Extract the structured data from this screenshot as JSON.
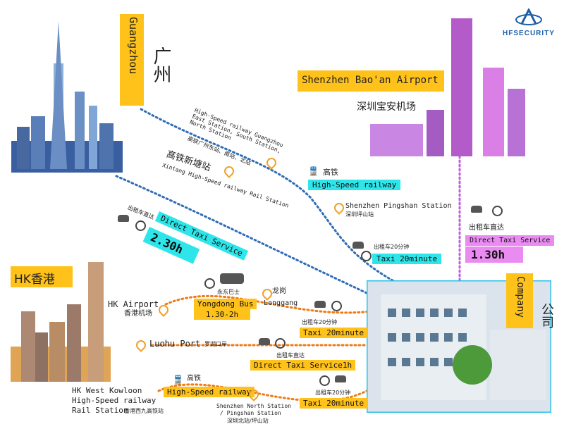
{
  "brand": {
    "name": "HFSECURITY"
  },
  "colors": {
    "cyan": "#2ee6ea",
    "pink": "#e98bf0",
    "yellow": "#ffc21a",
    "blue_dots": "#2f6db5",
    "orange_dots": "#f07a12",
    "purple_dots": "#c15be0"
  },
  "guangzhou": {
    "name_en": "Guangzhou",
    "name_cn": "广州"
  },
  "shenzhen_airport": {
    "name_en": "Shenzhen Bao'an Airport",
    "name_cn": "深圳宝安机场"
  },
  "hk": {
    "name": "HK香港"
  },
  "company": {
    "name_en": "Company",
    "name_cn": "公司"
  },
  "gz_route": {
    "hsr_station_en": "High-Speed railway Guangzhou East Station, South Station, North Station",
    "hsr_station_cn": "高铁广州东站、南站、北站",
    "xintang_cn": "高铁新塘站",
    "xintang_en": "Xintang High-Speed railway Rail Station",
    "hsr_cn": "高铁",
    "hsr_tag": "High-Speed railway",
    "pingshan_en": "Shenzhen Pingshan Station",
    "pingshan_cn": "深圳坪山站",
    "taxi_cn": "出租车20分钟",
    "taxi_tag": "Taxi 20minute",
    "direct_cn": "出租车直达",
    "direct_tag": "Direct Taxi Service",
    "direct_time": "2.30h"
  },
  "airport_route": {
    "direct_cn": "出租车直达",
    "direct_tag": "Direct Taxi Service",
    "time": "1.30h"
  },
  "hk_airport_route": {
    "label_en": "HK Airport",
    "label_cn": "香港机场",
    "bus_cn": "永东巴士",
    "bus_tag": "Yongdong Bus",
    "bus_time": "1.30-2h",
    "longgang_cn": "龙岗",
    "longgang_en": "Longgang",
    "taxi_cn": "出租车20分钟",
    "taxi_tag": "Taxi 20minute"
  },
  "luohu_route": {
    "label_en": "Luohu Port",
    "label_cn": "罗湖口岸",
    "direct_cn": "出租车直达",
    "direct_tag": "Direct Taxi Service1h"
  },
  "kowloon_route": {
    "label_line1": "HK West Kowloon",
    "label_line2": "High-Speed railway",
    "label_line3": "Rail Station",
    "label_cn": "香港西九高铁站",
    "hsr_cn": "高铁",
    "hsr_tag": "High-Speed railway",
    "north_en": "Shenzhen North Station",
    "north_en2": "/ Pingshan Station",
    "north_cn": "深圳北站/坪山站",
    "taxi_cn": "出租车20分钟",
    "taxi_tag": "Taxi 20minute"
  }
}
